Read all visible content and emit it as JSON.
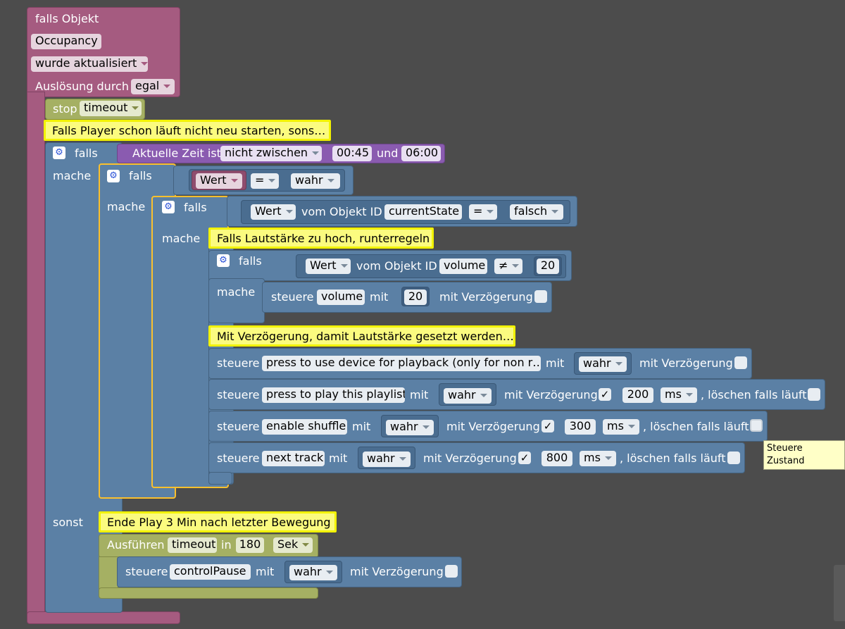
{
  "trigger": {
    "title": "falls Objekt",
    "object": "Occupancy",
    "event": "wurde aktualisiert",
    "trigger_by_label": "Auslösung durch",
    "trigger_by_value": "egal"
  },
  "stop": {
    "label": "stop",
    "value": "timeout"
  },
  "comments": {
    "c1": "Falls Player schon läuft nicht neu starten, sons…",
    "c2": "Falls Lautstärke zu hoch, runterregeln",
    "c3": "Mit Verzögerung, damit Lautstärke gesetzt werden…",
    "c4": "Ende Play 3 Min nach letzter Bewegung"
  },
  "if1": {
    "falls": "falls",
    "mache": "mache",
    "sonst": "sonst",
    "time_label": "Aktuelle Zeit ist",
    "time_op": "nicht zwischen",
    "t1": "00:45",
    "und": "und",
    "t2": "06:00"
  },
  "if2": {
    "falls": "falls",
    "mache": "mache",
    "wert": "Wert",
    "op": "=",
    "value": "wahr"
  },
  "if3": {
    "falls": "falls",
    "mache": "mache",
    "wert": "Wert",
    "vom": "vom Objekt ID",
    "id": "currentState",
    "op": "=",
    "value": "falsch"
  },
  "if4": {
    "falls": "falls",
    "mache": "mache",
    "wert": "Wert",
    "vom": "vom Objekt ID",
    "id": "volume",
    "op": "≠",
    "value": "20"
  },
  "common": {
    "steuere": "steuere",
    "mit": "mit",
    "mit_verz": "mit Verzögerung",
    "loeschen": ", löschen falls läuft",
    "check": "✓"
  },
  "set_volume": {
    "target": "volume",
    "value": "20"
  },
  "set1": {
    "target": "press to use device for playback (only for non r…",
    "value": "wahr"
  },
  "set2": {
    "target": "press to play this playlist",
    "value": "wahr",
    "delay": "200",
    "unit": "ms"
  },
  "set3": {
    "target": "enable shuffle",
    "value": "wahr",
    "delay": "300",
    "unit": "ms"
  },
  "set4": {
    "target": "next track",
    "value": "wahr",
    "delay": "800",
    "unit": "ms"
  },
  "timeout": {
    "label": "Ausführen",
    "name": "timeout",
    "in": "in",
    "value": "180",
    "unit": "Sek"
  },
  "set5": {
    "target": "controlPause",
    "value": "wahr"
  },
  "tooltip": "Steuere Zustand"
}
